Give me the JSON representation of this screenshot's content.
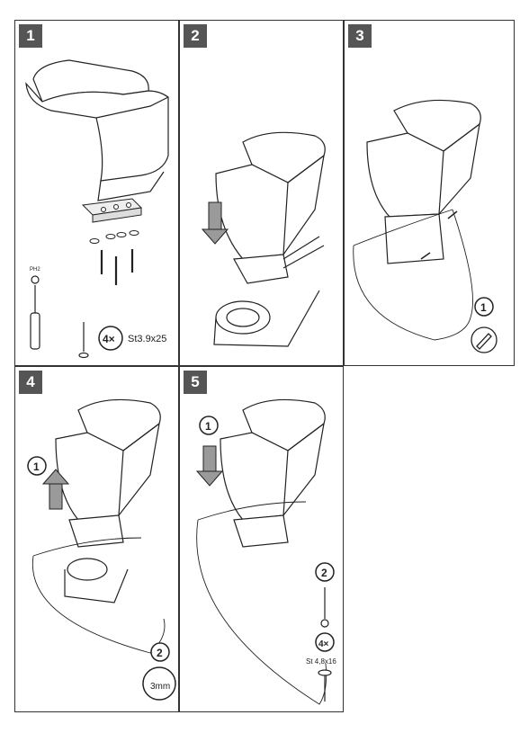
{
  "steps": [
    {
      "number": "1",
      "tool_label": "PH2",
      "quantity": "4×",
      "screw_spec": "St3.9x25"
    },
    {
      "number": "2"
    },
    {
      "number": "3",
      "callout_1": "1"
    },
    {
      "number": "4",
      "callout_1": "1",
      "callout_2": "2",
      "measure": "3mm"
    },
    {
      "number": "5",
      "callout_1": "1",
      "callout_2": "2",
      "quantity": "4×",
      "screw_spec": "St 4,8x16"
    }
  ],
  "icons": [
    "screwdriver-icon",
    "screw-icon",
    "pry-tool-icon",
    "arrow-down-icon",
    "arrow-up-icon",
    "drill-bit-icon"
  ],
  "colors": {
    "border": "#333333",
    "badge": "#555555",
    "line": "#222222",
    "arrow": "#9a9a9a"
  }
}
